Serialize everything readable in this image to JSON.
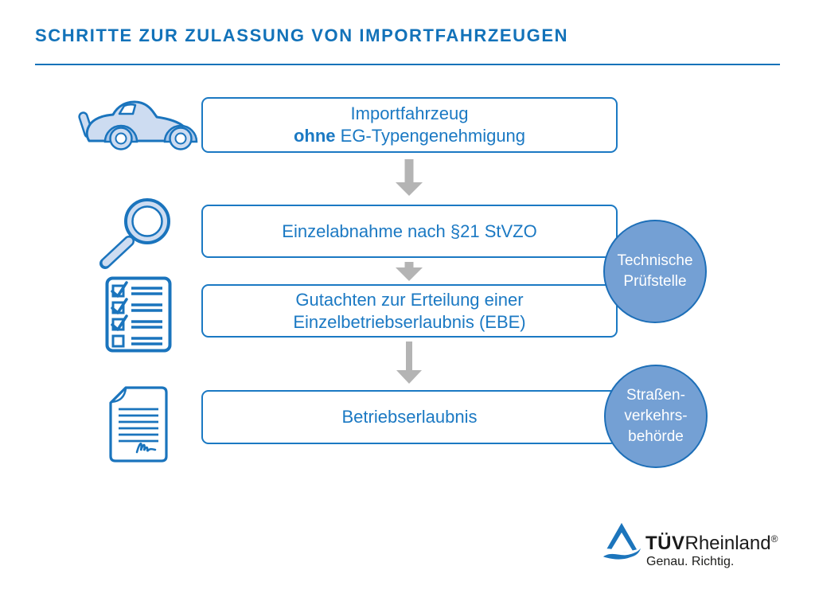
{
  "header": {
    "title": "SCHRITTE ZUR ZULASSUNG VON IMPORTFAHRZEUGEN"
  },
  "steps": [
    {
      "icon": "car-icon",
      "line1": "Importfahrzeug",
      "line2_bold": "ohne",
      "line2_rest": " EG-Typengenehmigung"
    },
    {
      "icon": "magnifier-icon",
      "line1": "Einzelabnahme nach §21 StVZO"
    },
    {
      "icon": "checklist-icon",
      "line1": "Gutachten zur Erteilung einer",
      "line2": "Einzelbetriebserlaubnis (EBE)"
    },
    {
      "icon": "document-icon",
      "line1": "Betriebserlaubnis"
    }
  ],
  "badges": [
    {
      "line1": "Technische",
      "line2": "Prüfstelle"
    },
    {
      "line1": "Straßen-",
      "line2": "verkehrs-",
      "line3": "behörde"
    }
  ],
  "logo": {
    "tuv": "TÜV",
    "rheinland": "Rheinland",
    "registered": "®",
    "tagline": "Genau. Richtig."
  },
  "colors": {
    "brand_blue": "#1272b9",
    "box_blue": "#1b79c3",
    "icon_stroke": "#1a74bd",
    "icon_fill_light": "#cddcf1",
    "icon_fill_mid": "#a9c6e8",
    "badge_fill": "#74a0d4",
    "badge_border": "#1d6fb8",
    "arrow_gray": "#b4b4b4",
    "logo_blue": "#1c75bc",
    "logo_text": "#1a1a1a"
  }
}
